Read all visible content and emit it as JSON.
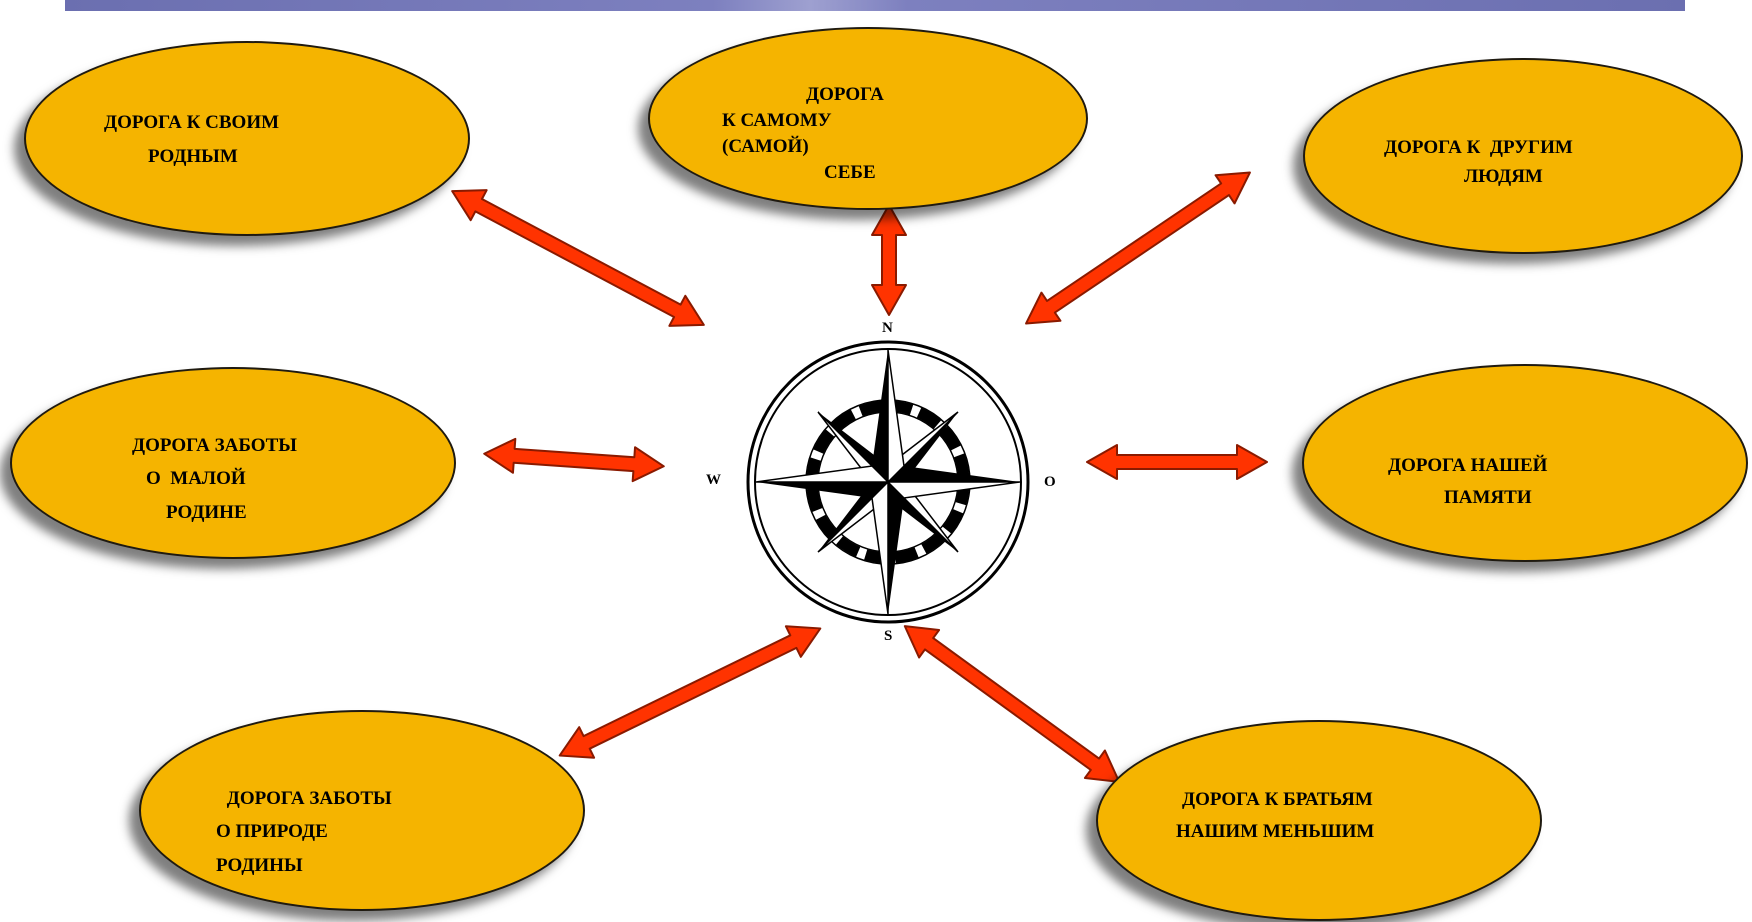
{
  "roads": {
    "north": {
      "line1": "ДОРОГА",
      "line2": "К САМОМУ",
      "line3": "(САМОЙ)",
      "line4": "СЕБЕ"
    },
    "northwest": {
      "line1": "ДОРОГА К СВОИМ",
      "line2": "РОДНЫМ"
    },
    "northeast": {
      "line1": "ДОРОГА К  ДРУГИМ",
      "line2": "ЛЮДЯМ"
    },
    "west": {
      "line1": "ДОРОГА ЗАБОТЫ",
      "line2": "О  МАЛОЙ",
      "line3": "РОДИНЕ"
    },
    "east": {
      "line1": "ДОРОГА НАШЕЙ",
      "line2": "ПАМЯТИ"
    },
    "southwest": {
      "line1": " ДОРОГА ЗАБОТЫ",
      "line2": "О ПРИРОДЕ",
      "line3": "РОДИНЫ"
    },
    "southeast": {
      "line1": "ДОРОГА К БРАТЬЯМ",
      "line2": "НАШИМ МЕНЬШИМ"
    }
  },
  "compass": {
    "north": "N",
    "south": "S",
    "west": "W",
    "east": "O"
  },
  "colors": {
    "ellipse_fill": "#f5b400",
    "arrow_fill": "#ff3300",
    "arrow_stroke": "#8a1a00",
    "header_bar": "#6b6fb0"
  }
}
